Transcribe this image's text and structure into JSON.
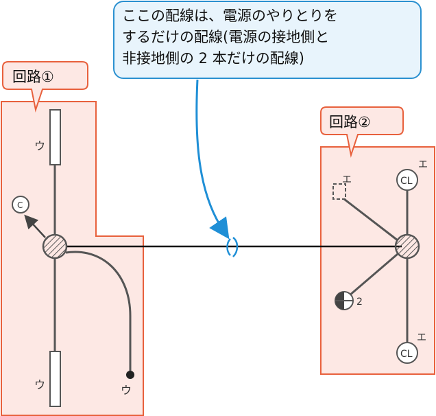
{
  "callout": {
    "line1": "ここの配線は、電源のやりとりを",
    "line2": "するだけの配線(電源の接地側と",
    "line3": "非接地側の 2 本だけの配線)"
  },
  "circuit1": {
    "tag": "回路①",
    "outlet_top_label": "ウ",
    "outlet_bottom_label": "ウ",
    "switch_label": "ウ",
    "lamp_label": "C"
  },
  "circuit2": {
    "tag": "回路②",
    "label_e_left": "エ",
    "label_e_top_right": "エ",
    "label_e_bottom_right": "エ",
    "cl_top": "CL",
    "cl_bottom": "CL",
    "outlet_count": "2"
  },
  "colors": {
    "panel_fill": "#fde8e4",
    "panel_border": "#e8603c",
    "callout_fill": "#e8f4fc",
    "callout_border": "#2a90d0",
    "arrow": "#1f8fd6",
    "wire": "#555555"
  }
}
